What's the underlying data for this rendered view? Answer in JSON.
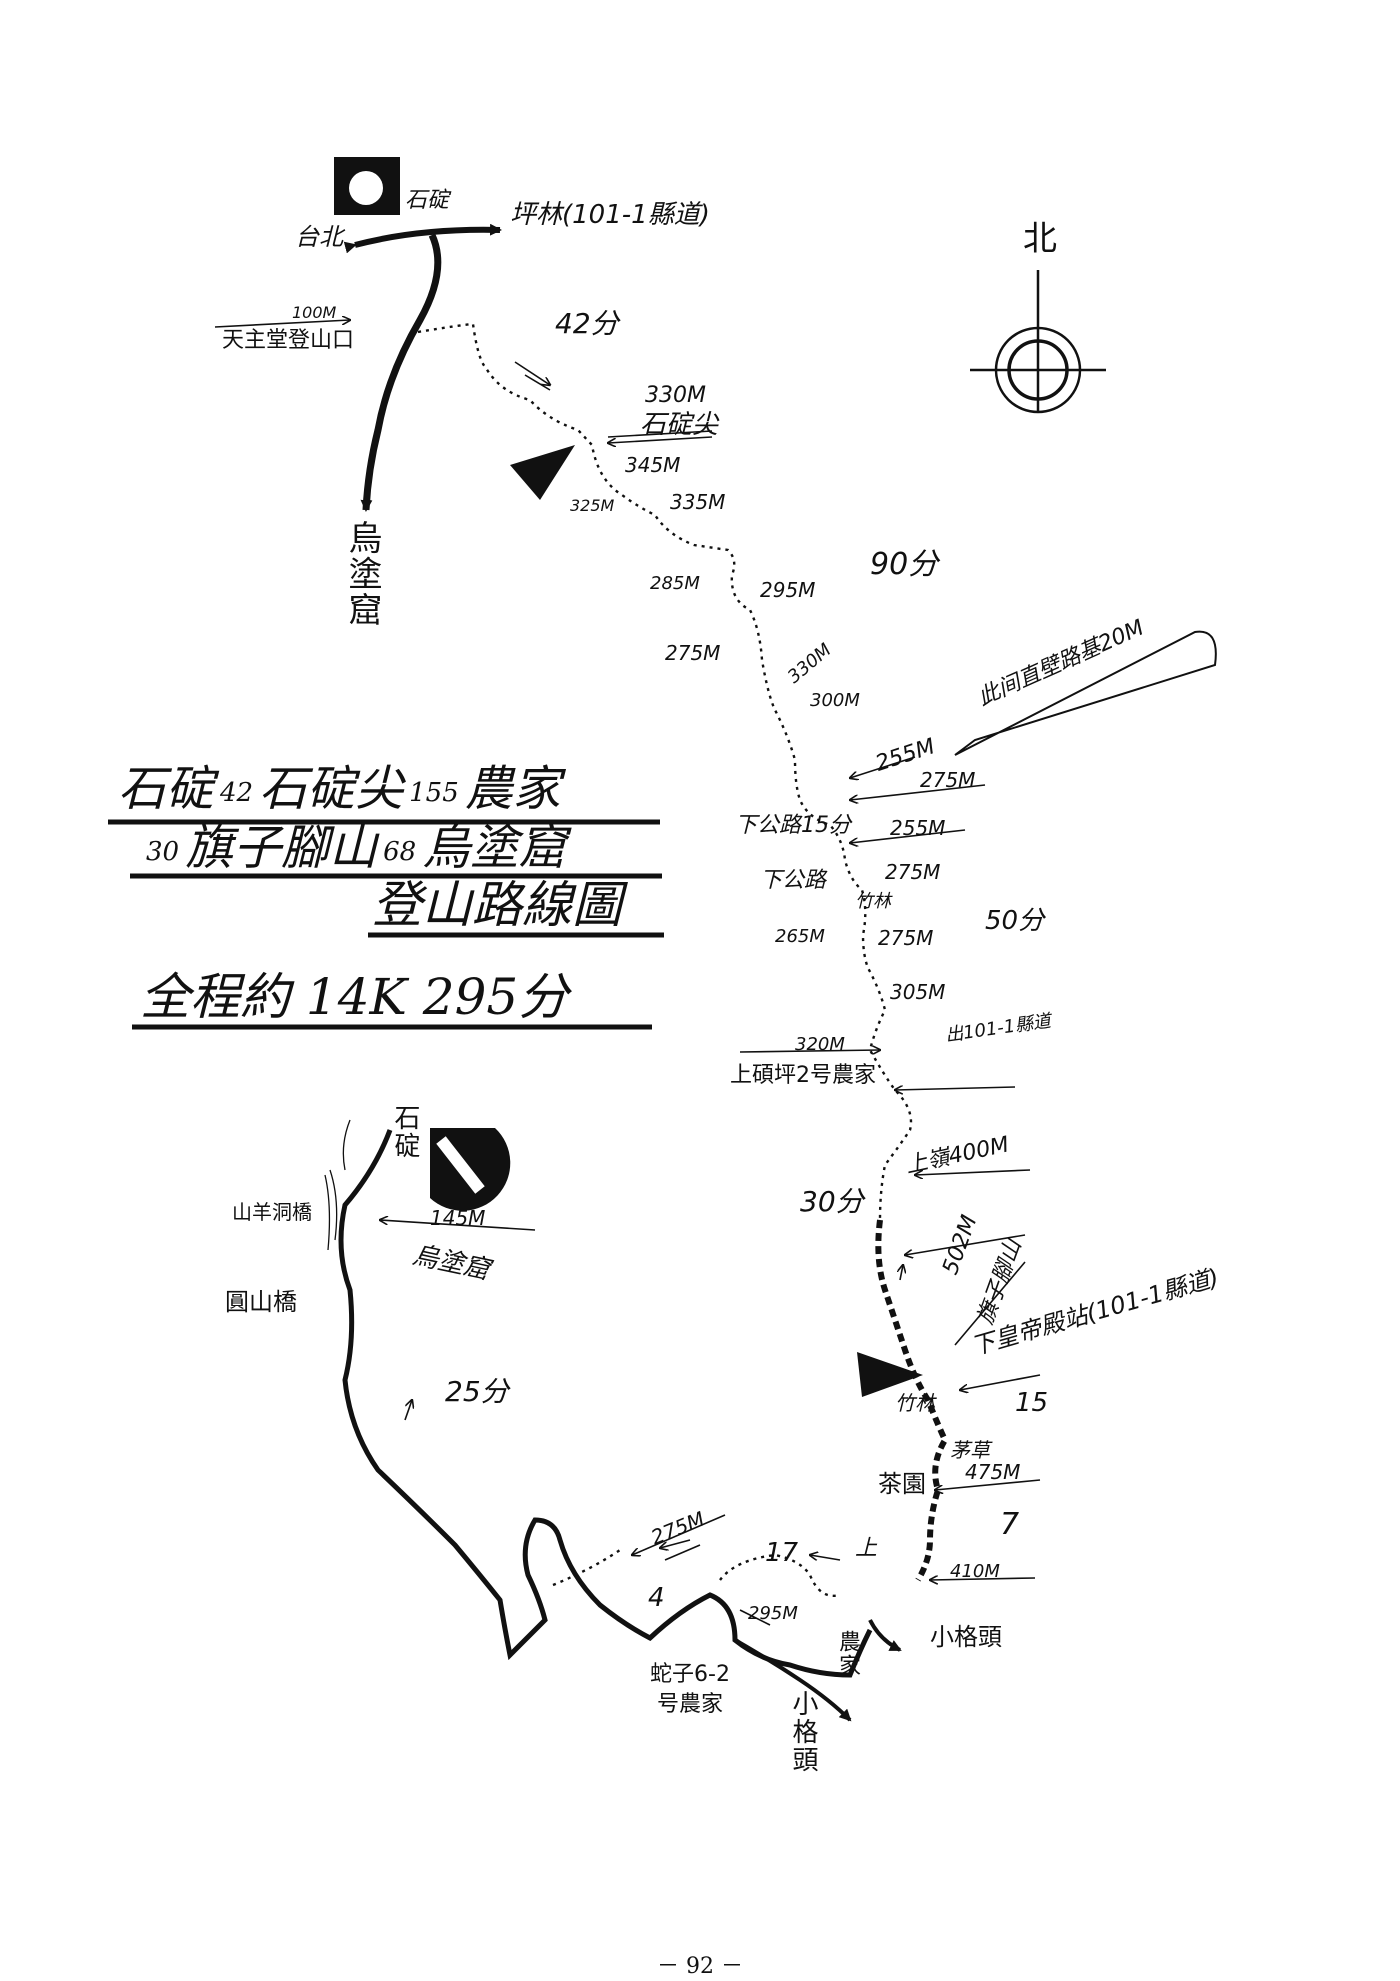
{
  "title": {
    "line1": {
      "a": "石碇",
      "n1": "42",
      "b": "石碇尖",
      "n2": "155",
      "c": "農家"
    },
    "line2": {
      "n1": "30",
      "a": "旗子腳山",
      "n2": "68",
      "b": "烏塗窟"
    },
    "line3": "登山路線圖",
    "line4": "全程約 14K 295分"
  },
  "north_label": "北",
  "page_number": "－ 92 －",
  "labels": {
    "shiding_top": "石碇",
    "taipei": "台北",
    "pinglin": "坪林(101-1縣道)",
    "elev_100": "100M",
    "tianzhutang": "天主堂登山口",
    "wututang_top": "烏塗窟",
    "t42": "42分",
    "elev_330_summit": "330M",
    "shidingjian": "石碇尖",
    "elev_345": "345M",
    "elev_325": "325M",
    "elev_335": "335M",
    "elev_285": "285M",
    "elev_295": "295M",
    "t90": "90分",
    "elev_275_a": "275M",
    "elev_330_b": "330M",
    "elev_300": "300M",
    "callout": "此间直壁路基20M",
    "elev_255_a": "255M",
    "elev_275_b": "275M",
    "xiagonglu_1": "下公路15分",
    "elev_255_b": "255M",
    "xiagonglu_2": "下公路",
    "elev_275_c": "275M",
    "zhulin_1": "竹林",
    "elev_265": "265M",
    "elev_275_d": "275M",
    "t50": "50分",
    "elev_305": "305M",
    "elev_320": "320M",
    "shangfarm": "上碩坪2号農家",
    "to_101": "出101-1縣道",
    "shangling": "上嶺400M",
    "t30": "30分",
    "elev_502": "502M",
    "qizijiaoshan": "旗子腳山",
    "xiahuang": "下皇帝殿站(101-1縣道)",
    "zhulin_2": "竹林",
    "t15": "15",
    "maocao": "茅草",
    "chayuan": "茶園",
    "elev_475": "475M",
    "t7": "7",
    "elev_410": "410M",
    "xiaogetou_right": "小格頭",
    "farm_2": "農家",
    "t17": "17",
    "shang": "上",
    "elev_295_b": "295M",
    "elev_275_e": "275M",
    "t4": "4",
    "shezi": "蛇子6-2号農家",
    "xiaogetou_bottom": "小格頭",
    "t25": "25分",
    "yuanshan": "圓山橋",
    "shanyang": "山羊洞橋",
    "shiding_bottom": "石碇",
    "elev_145": "145M",
    "wututang_bottom": "烏塗窟"
  }
}
